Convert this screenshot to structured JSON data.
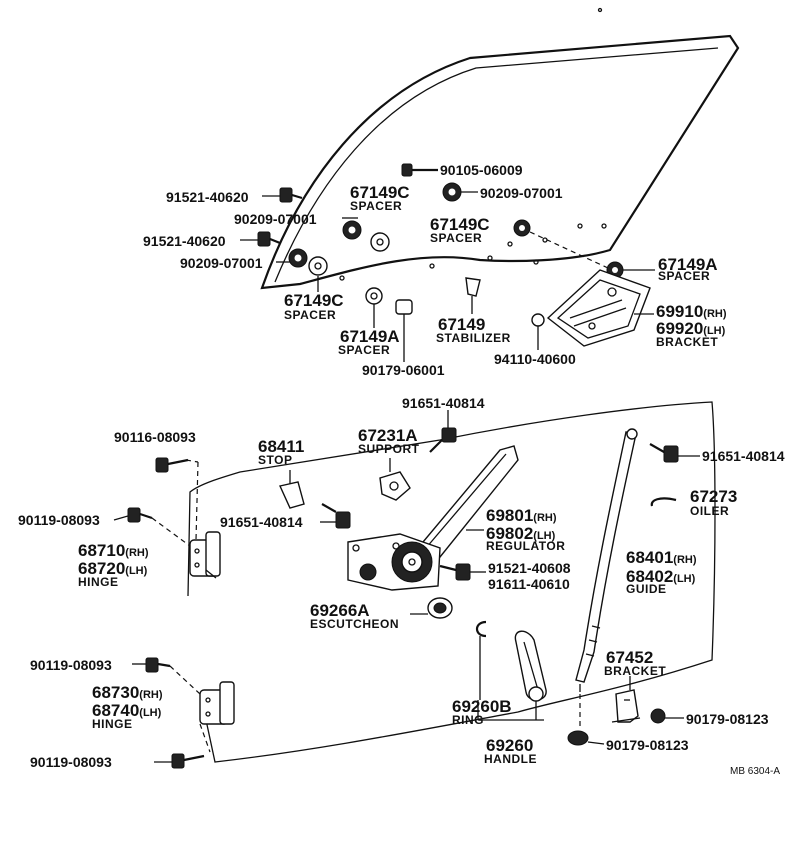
{
  "diagram": {
    "reference_code": "MB 6304-A",
    "upper_group": {
      "bolt_a1": "90105-06009",
      "nut_a1": "90209-07001",
      "bolt_b1": "91521-40620",
      "spacer_c1_num": "67149C",
      "spacer_c1_name": "SPACER",
      "nut_b1": "90209-07001",
      "spacer_c2_num": "67149C",
      "spacer_c2_name": "SPACER",
      "bolt_b2": "91521-40620",
      "nut_b2": "90209-07001",
      "spacer_a1_num": "67149A",
      "spacer_a1_name": "SPACER",
      "spacer_c3_num": "67149C",
      "spacer_c3_name": "SPACER",
      "bracket_rh_num": "69910",
      "bracket_rh_tag": "(RH)",
      "bracket_lh_num": "69920",
      "bracket_lh_tag": "(LH)",
      "bracket_name": "BRACKET",
      "spacer_a2_num": "67149A",
      "spacer_a2_name": "SPACER",
      "stabilizer_num": "67149",
      "stabilizer_name": "STABILIZER",
      "nut_c": "94110-40600",
      "bolt_c": "90179-06001"
    },
    "lower_group": {
      "bolt_top": "91651-40814",
      "support_num": "67231A",
      "support_name": "SUPPORT",
      "stop_num": "68411",
      "stop_name": "STOP",
      "bolt_hinge_1": "90116-08093",
      "bolt_hinge_2": "90119-08093",
      "bolt_stop": "91651-40814",
      "hinge_upper_rh_num": "68710",
      "hinge_upper_rh_tag": "(RH)",
      "hinge_upper_lh_num": "68720",
      "hinge_upper_lh_tag": "(LH)",
      "hinge_upper_name": "HINGE",
      "regulator_rh_num": "69801",
      "regulator_rh_tag": "(RH)",
      "regulator_lh_num": "69802",
      "regulator_lh_tag": "(LH)",
      "regulator_name": "REGULATOR",
      "bolt_reg_1": "91521-40608",
      "bolt_reg_2": "91611-40610",
      "bolt_guide": "91651-40814",
      "oiler_num": "67273",
      "oiler_name": "OILER",
      "guide_rh_num": "68401",
      "guide_rh_tag": "(RH)",
      "guide_lh_num": "68402",
      "guide_lh_tag": "(LH)",
      "guide_name": "GUIDE",
      "escutcheon_num": "69266A",
      "escutcheon_name": "ESCUTCHEON",
      "bolt_hinge_3": "90119-08093",
      "hinge_lower_rh_num": "68730",
      "hinge_lower_rh_tag": "(RH)",
      "hinge_lower_lh_num": "68740",
      "hinge_lower_lh_tag": "(LH)",
      "hinge_lower_name": "HINGE",
      "bolt_hinge_4": "90119-08093",
      "ring_num": "69260B",
      "ring_name": "RING",
      "handle_num": "69260",
      "handle_name": "HANDLE",
      "bracket_num": "67452",
      "bracket_name": "BRACKET",
      "bolt_bracket_1": "90179-08123",
      "bolt_bracket_2": "90179-08123"
    }
  }
}
